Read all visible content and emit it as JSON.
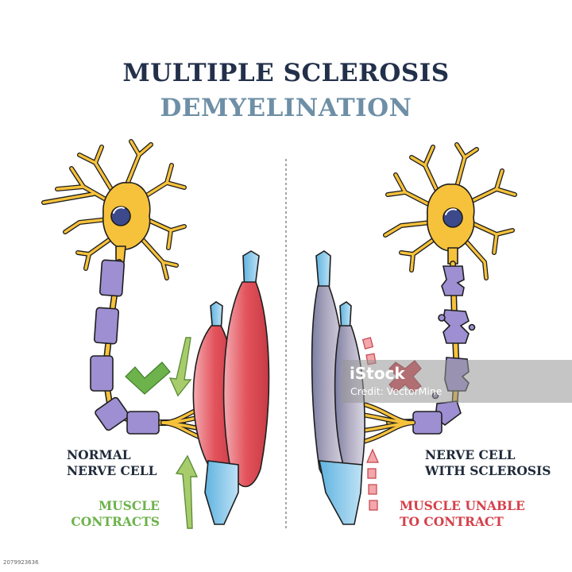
{
  "title": {
    "line1": "MULTIPLE SCLEROSIS",
    "line2": "DEMYELINATION"
  },
  "labels": {
    "normal_line1": "NORMAL",
    "normal_line2": "NERVE CELL",
    "sclerosis_line1": "NERVE CELL",
    "sclerosis_line2": "WITH SCLEROSIS",
    "contracts_line1": "MUSCLE",
    "contracts_line2": "CONTRACTS",
    "unable_line1": "MUSCLE UNABLE",
    "unable_line2": "TO CONTRACT"
  },
  "watermark": {
    "brand": "iStock",
    "credit": "Credit: VectorMine"
  },
  "stock_id": "2079923636",
  "colors": {
    "title_dark": "#22304a",
    "title_light": "#6e8fa6",
    "neuron": "#f7c23b",
    "myelin": "#9d8fd1",
    "muscle_red": "#d9434b",
    "muscle_gray": "#9aa0b8",
    "tendon": "#7fc3e8",
    "ok_green": "#6db24b",
    "bad_red": "#d6404a"
  },
  "icons": [
    "checkmark-icon",
    "cross-icon"
  ]
}
